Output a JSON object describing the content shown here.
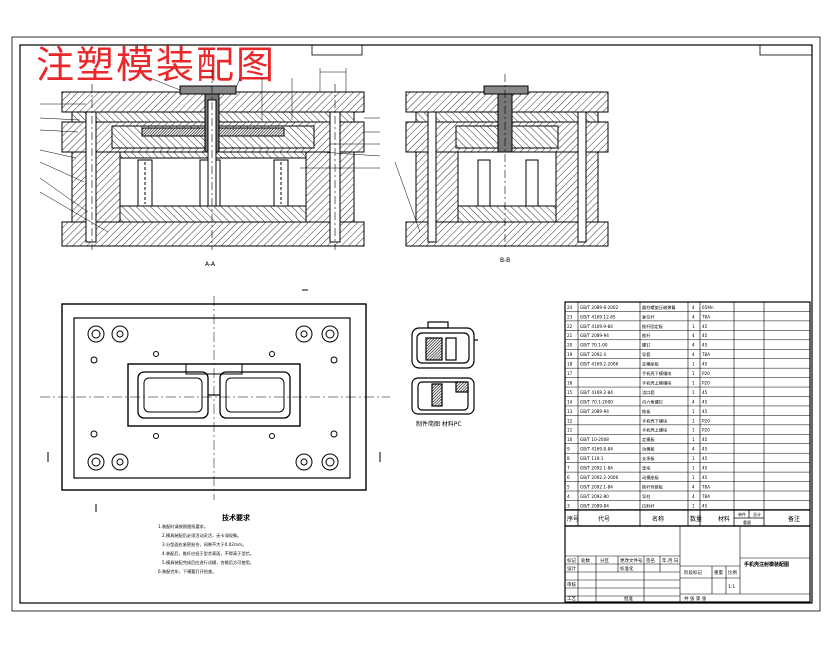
{
  "title": "注塑模装配图",
  "section_labels": {
    "left": "A-A",
    "right": "B-B"
  },
  "part_caption": "制件简图 材料PC",
  "notes": {
    "heading": "技术要求",
    "lines": [
      "1.装配时请按照图纸要求。",
      "2.模具装配后必须活动灵活，无卡滞现象。",
      "3.分型面应紧密贴合，间隙不大于0.02mm。",
      "4.装配后，推杆应低于型芯表面，不得高于型芯。",
      "5.模具装配完成后应进行试模，合格后方可使用。",
      "6.装配完毕，下模要打开检查。"
    ]
  },
  "bom": {
    "header": {
      "no": "序号",
      "code": "代号",
      "name": "名称",
      "qty": "数量",
      "material": "材料",
      "unit": "单件",
      "total": "总计",
      "weight": "重量",
      "remark": "备注"
    },
    "rows": [
      {
        "no": "24",
        "code": "GB/T 2089 8-2002",
        "name": "圆柱螺旋压缩弹簧",
        "qty": "4",
        "mat": "65Mn"
      },
      {
        "no": "23",
        "code": "GB/T 4169.12-85",
        "name": "复位杆",
        "qty": "4",
        "mat": "T8A"
      },
      {
        "no": "22",
        "code": "GB/T 4169.9-84",
        "name": "推杆固定板",
        "qty": "1",
        "mat": "45"
      },
      {
        "no": "21",
        "code": "GB/T 2089-94",
        "name": "推杆",
        "qty": "4",
        "mat": "45"
      },
      {
        "no": "20",
        "code": "GB/T 70.1-00",
        "name": "螺钉",
        "qty": "4",
        "mat": "45"
      },
      {
        "no": "19",
        "code": "GB/T 2092.4",
        "name": "导套",
        "qty": "4",
        "mat": "T8A"
      },
      {
        "no": "18",
        "code": "GB/T 4169.2-2006",
        "name": "定模座板",
        "qty": "1",
        "mat": "45"
      },
      {
        "no": "17",
        "code": "",
        "name": "手机壳下模镶块",
        "qty": "1",
        "mat": "P20"
      },
      {
        "no": "16",
        "code": "",
        "name": "手机壳上模镶块",
        "qty": "1",
        "mat": "P20"
      },
      {
        "no": "15",
        "code": "GB/T 4169.2-84",
        "name": "浇口套",
        "qty": "1",
        "mat": "45"
      },
      {
        "no": "14",
        "code": "GB/T 70.1-2000",
        "name": "内六角螺钉",
        "qty": "4",
        "mat": "45"
      },
      {
        "no": "13",
        "code": "GB/T 2089-94",
        "name": "推板",
        "qty": "1",
        "mat": "45"
      },
      {
        "no": "12",
        "code": "",
        "name": "手机壳下镶块",
        "qty": "1",
        "mat": "P20"
      },
      {
        "no": "11",
        "code": "",
        "name": "手机壳上镶块",
        "qty": "1",
        "mat": "P20"
      },
      {
        "no": "10",
        "code": "GB/T 10-2008",
        "name": "定模板",
        "qty": "1",
        "mat": "45"
      },
      {
        "no": "9",
        "code": "GB/T 4169.8-84",
        "name": "动模板",
        "qty": "4",
        "mat": "45"
      },
      {
        "no": "8",
        "code": "GB/T 119.1",
        "name": "支承板",
        "qty": "1",
        "mat": "45"
      },
      {
        "no": "7",
        "code": "GB/T 2092.1-84",
        "name": "垫块",
        "qty": "1",
        "mat": "45"
      },
      {
        "no": "6",
        "code": "GB/T 2092.2-2006",
        "name": "动模座板",
        "qty": "1",
        "mat": "45"
      },
      {
        "no": "5",
        "code": "GB/T 2092.1-84",
        "name": "推杆导套板",
        "qty": "4",
        "mat": "T8A"
      },
      {
        "no": "4",
        "code": "GB/T 2092-80",
        "name": "导柱",
        "qty": "4",
        "mat": "T8A"
      },
      {
        "no": "3",
        "code": "GB/T 2089-84",
        "name": "拉料杆",
        "qty": "1",
        "mat": "45"
      }
    ]
  },
  "title_block": {
    "drawing_name": "手机壳注射模装配图",
    "change": "标记",
    "count": "处数",
    "zone": "分区",
    "doc_no": "更改文件号",
    "sign": "签名",
    "date": "年.月.日",
    "design": "设计",
    "standard": "标准化",
    "review": "审核",
    "process": "工艺",
    "approve": "批准",
    "stage": "阶段标记",
    "weight": "重量",
    "scale": "比例",
    "scale_val": "1:1",
    "sheets": "共 张 第 张"
  }
}
